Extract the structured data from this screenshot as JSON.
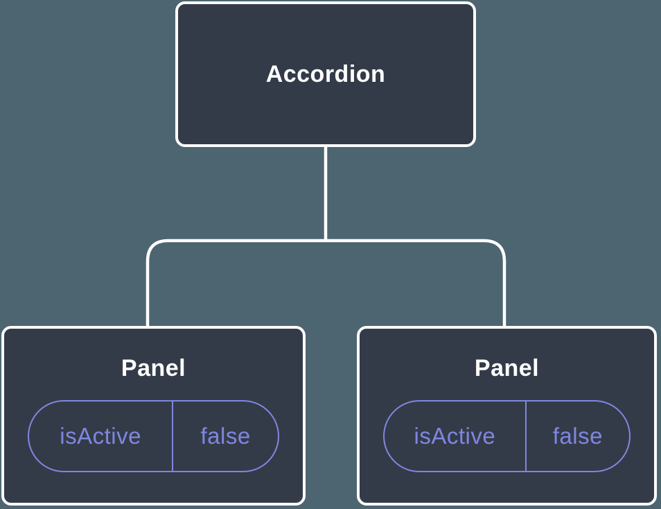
{
  "diagram": {
    "type": "component-tree",
    "colors": {
      "background": "#4d6570",
      "node_fill": "#343b48",
      "node_border": "#ffffff",
      "accent_purple": "#7f87e0",
      "text": "#ffffff"
    },
    "root": {
      "label": "Accordion"
    },
    "children": [
      {
        "label": "Panel",
        "state": {
          "name": "isActive",
          "value": "false"
        }
      },
      {
        "label": "Panel",
        "state": {
          "name": "isActive",
          "value": "false"
        }
      }
    ]
  }
}
